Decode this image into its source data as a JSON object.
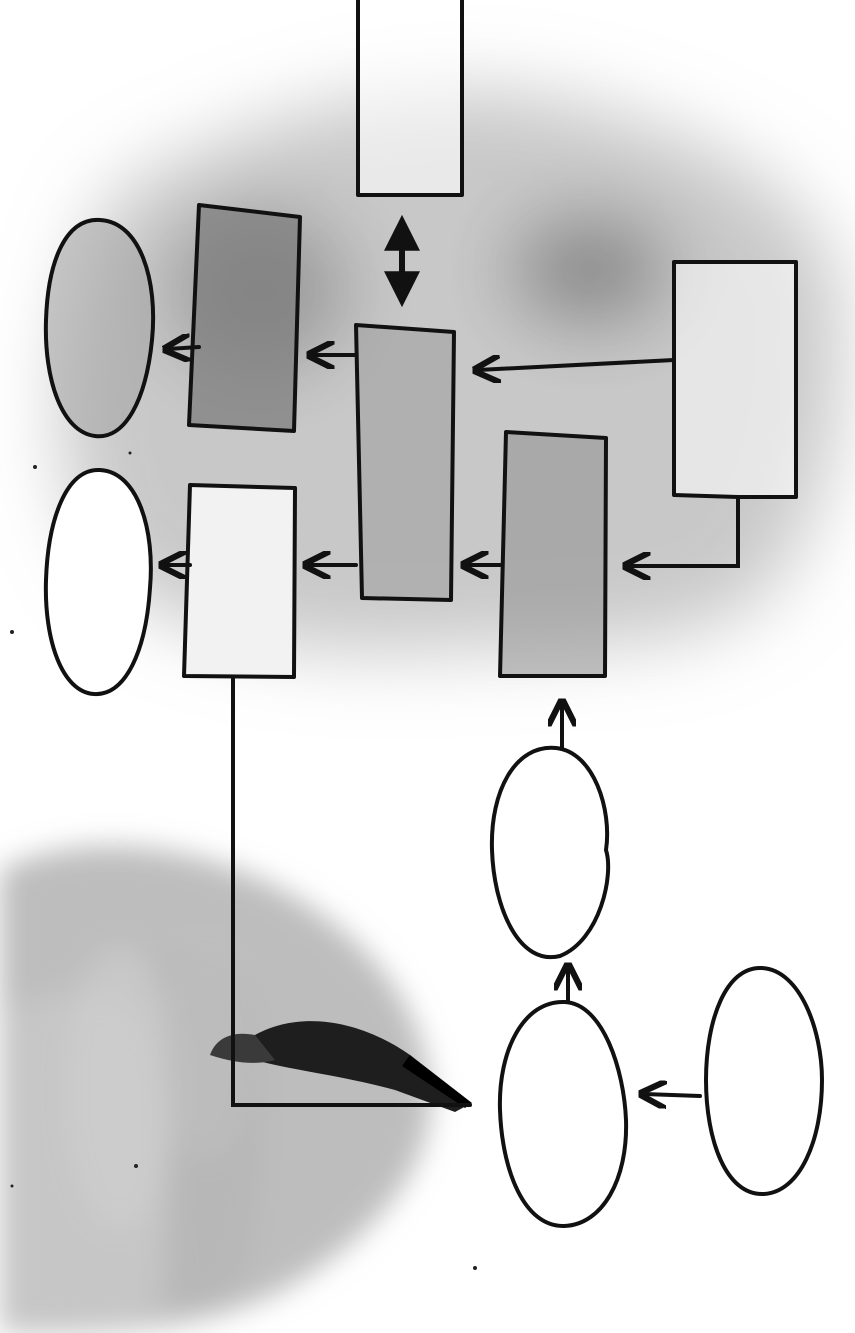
{
  "diagram": {
    "style": "hand-drawn flowchart sketch, no text",
    "colors": {
      "paper": "#ffffff",
      "ink": "#111111",
      "wash": "#7a7a7a",
      "shaded_fill": "#8f8f8f",
      "skin": "#8c8c8c",
      "pen": "#1e1e1e"
    },
    "nodes": [
      {
        "id": "top-box",
        "shape": "rectangle",
        "shaded": false
      },
      {
        "id": "right-box",
        "shape": "rectangle",
        "shaded": false
      },
      {
        "id": "center-tall-box",
        "shape": "rectangle",
        "shaded": true
      },
      {
        "id": "lower-middle-box",
        "shape": "rectangle",
        "shaded": true
      },
      {
        "id": "left-upper-box",
        "shape": "rectangle",
        "shaded": true
      },
      {
        "id": "left-lower-box",
        "shape": "rectangle",
        "shaded": false
      },
      {
        "id": "left-upper-oval",
        "shape": "oval",
        "shaded": true
      },
      {
        "id": "left-lower-oval",
        "shape": "oval",
        "shaded": false
      },
      {
        "id": "mid-oval",
        "shape": "oval",
        "shaded": false
      },
      {
        "id": "bottom-oval",
        "shape": "oval",
        "shaded": false
      },
      {
        "id": "right-bottom-oval",
        "shape": "oval",
        "shaded": false
      }
    ],
    "connectors": [
      {
        "from": "top-box",
        "to": "center-tall-box",
        "kind": "double-arrow"
      },
      {
        "from": "right-box",
        "to": "center-tall-box",
        "kind": "arrow"
      },
      {
        "from": "right-box",
        "to": "lower-middle-box",
        "kind": "elbow-arrow"
      },
      {
        "from": "center-tall-box",
        "to": "left-upper-box",
        "kind": "arrow"
      },
      {
        "from": "left-upper-box",
        "to": "left-upper-oval",
        "kind": "arrow"
      },
      {
        "from": "lower-middle-box",
        "to": "center-tall-box",
        "kind": "arrow"
      },
      {
        "from": "center-tall-box",
        "to": "left-lower-box",
        "kind": "arrow"
      },
      {
        "from": "left-lower-box",
        "to": "left-lower-oval",
        "kind": "arrow"
      },
      {
        "from": "left-lower-box",
        "to": "bottom-oval",
        "kind": "line-to-pen"
      },
      {
        "from": "mid-oval",
        "to": "lower-middle-box",
        "kind": "arrow"
      },
      {
        "from": "bottom-oval",
        "to": "mid-oval",
        "kind": "arrow"
      },
      {
        "from": "right-bottom-oval",
        "to": "bottom-oval",
        "kind": "arrow"
      }
    ],
    "hand": {
      "present": true,
      "holding": "marker-pen"
    }
  }
}
